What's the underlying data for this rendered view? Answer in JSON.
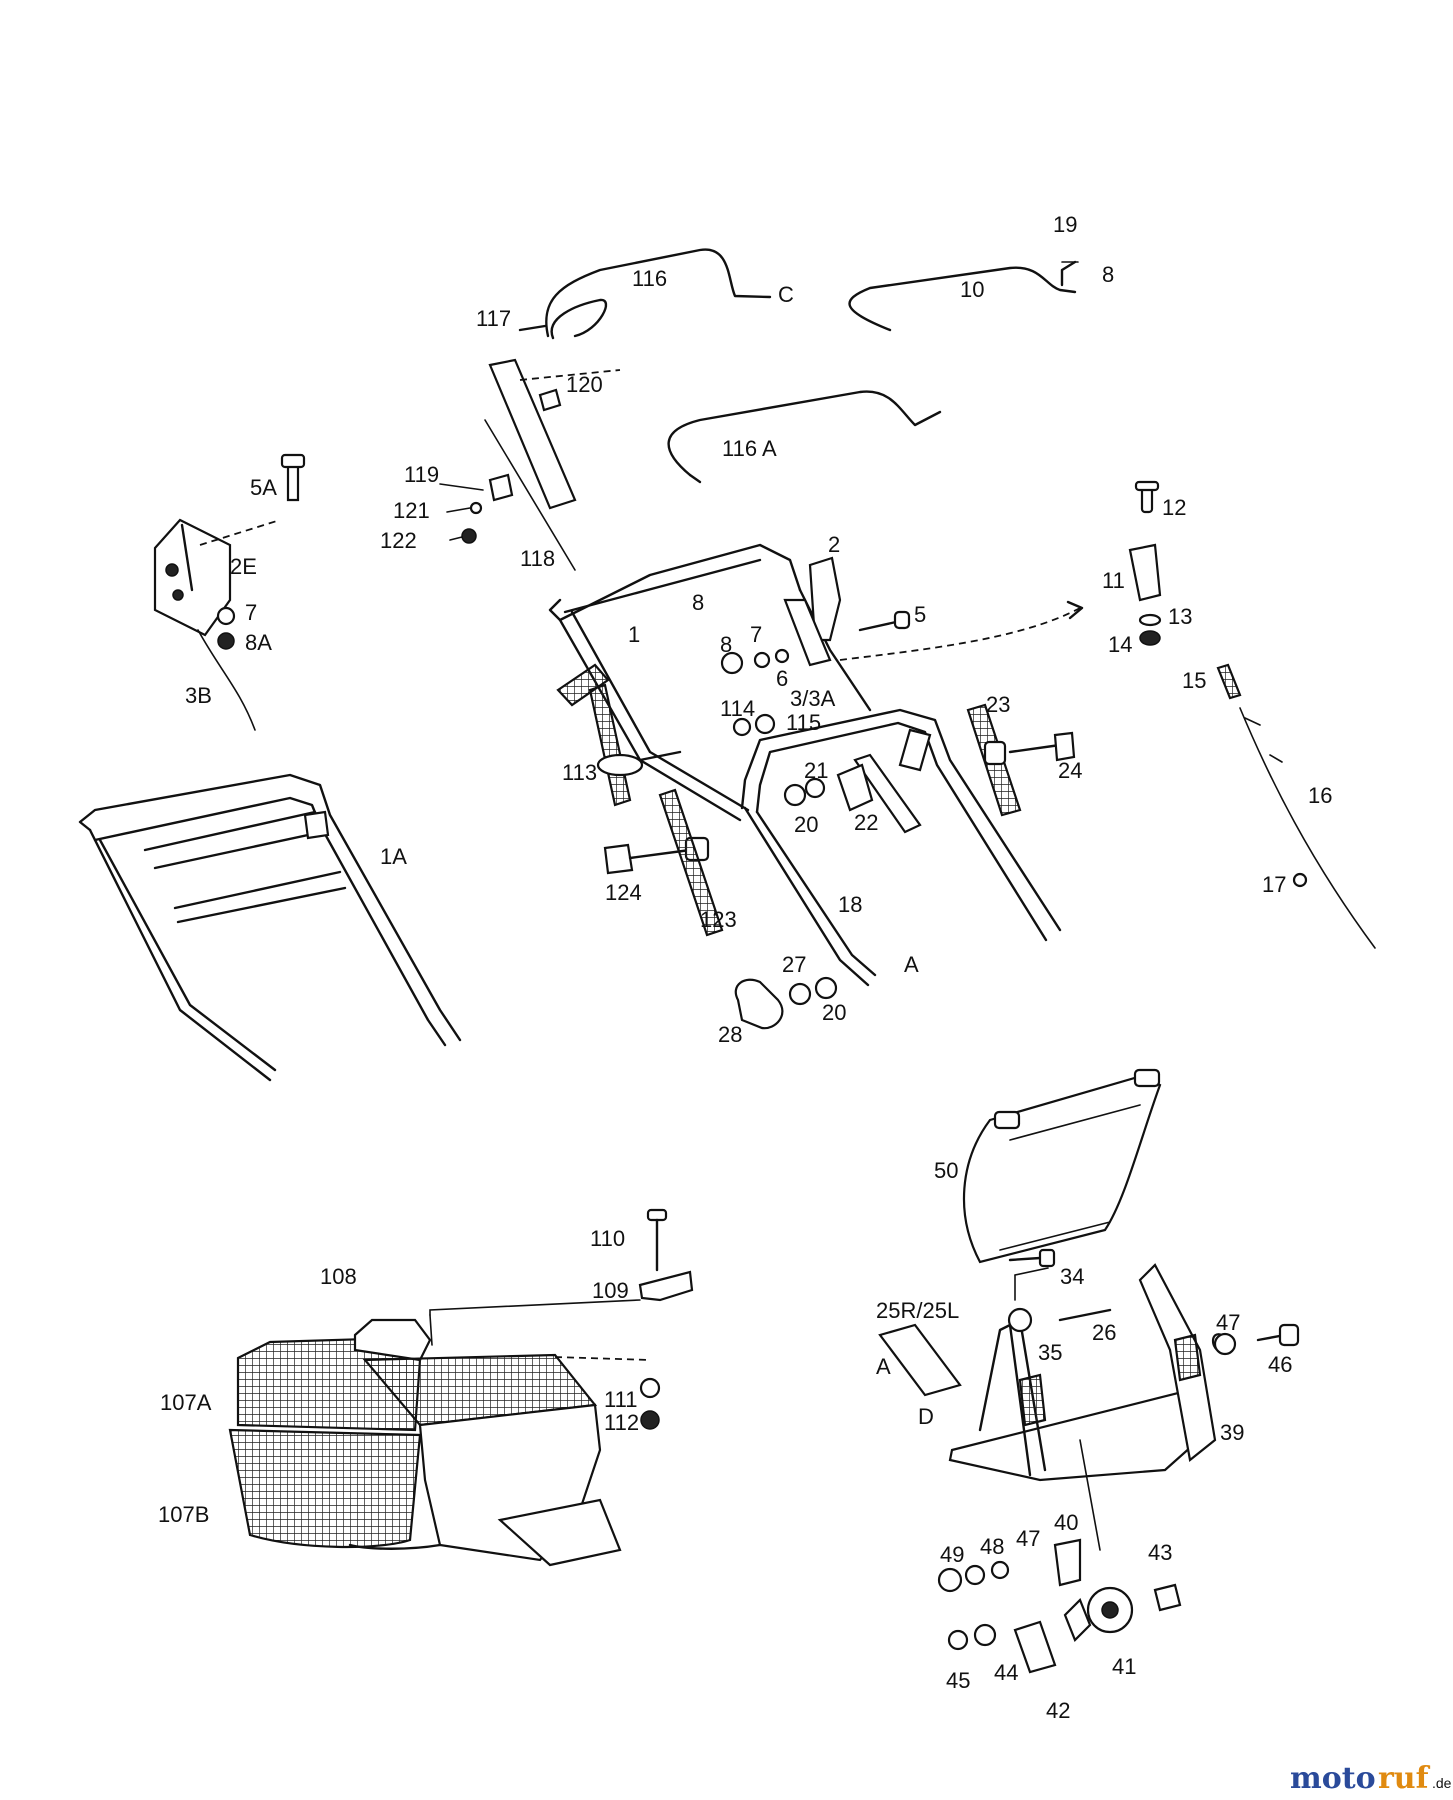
{
  "labels": {
    "p116": "116",
    "p116_c": "C",
    "p117": "117",
    "p10": "10",
    "p19": "19",
    "p8_top": "8",
    "p120": "120",
    "p116a": "116 A",
    "p5a": "5A",
    "p2e": "2E",
    "p7_left": "7",
    "p8a": "8A",
    "p3b": "3B",
    "p119": "119",
    "p121": "121",
    "p122": "122",
    "p118": "118",
    "p2": "2",
    "p5": "5",
    "p8_c": "8",
    "p8_mid": "8",
    "p7_mid": "7",
    "p6": "6",
    "p1": "1",
    "p3_3a": "3/3A",
    "p114": "114",
    "p115": "115",
    "p113": "113",
    "p12": "12",
    "p11": "11",
    "p13": "13",
    "p14": "14",
    "p15": "15",
    "p16": "16",
    "p17": "17",
    "p23": "23",
    "p24": "24",
    "p21": "21",
    "p22": "22",
    "p20_mid": "20",
    "p1a": "1A",
    "p124": "124",
    "p123": "123",
    "p18": "18",
    "p27": "27",
    "p28": "28",
    "p20_low": "20",
    "pA_handle": "A",
    "p50": "50",
    "p110": "110",
    "p109": "109",
    "p108": "108",
    "p107a": "107A",
    "p107b": "107B",
    "p111": "111",
    "p112": "112",
    "p34": "34",
    "p25r25l": "25R/25L",
    "p26": "26",
    "p35": "35",
    "pA_frame": "A",
    "pD": "D",
    "p47_right": "47",
    "p46": "46",
    "p39": "39",
    "p40": "40",
    "p49": "49",
    "p48": "48",
    "p47_low": "47",
    "p43": "43",
    "p41": "41",
    "p45": "45",
    "p44": "44",
    "p42": "42"
  },
  "watermark": {
    "text_a": "moto",
    "text_b": "ruf",
    "suffix": ".de",
    "color_a": "#2a4a9a",
    "color_b": "#e08a10"
  }
}
